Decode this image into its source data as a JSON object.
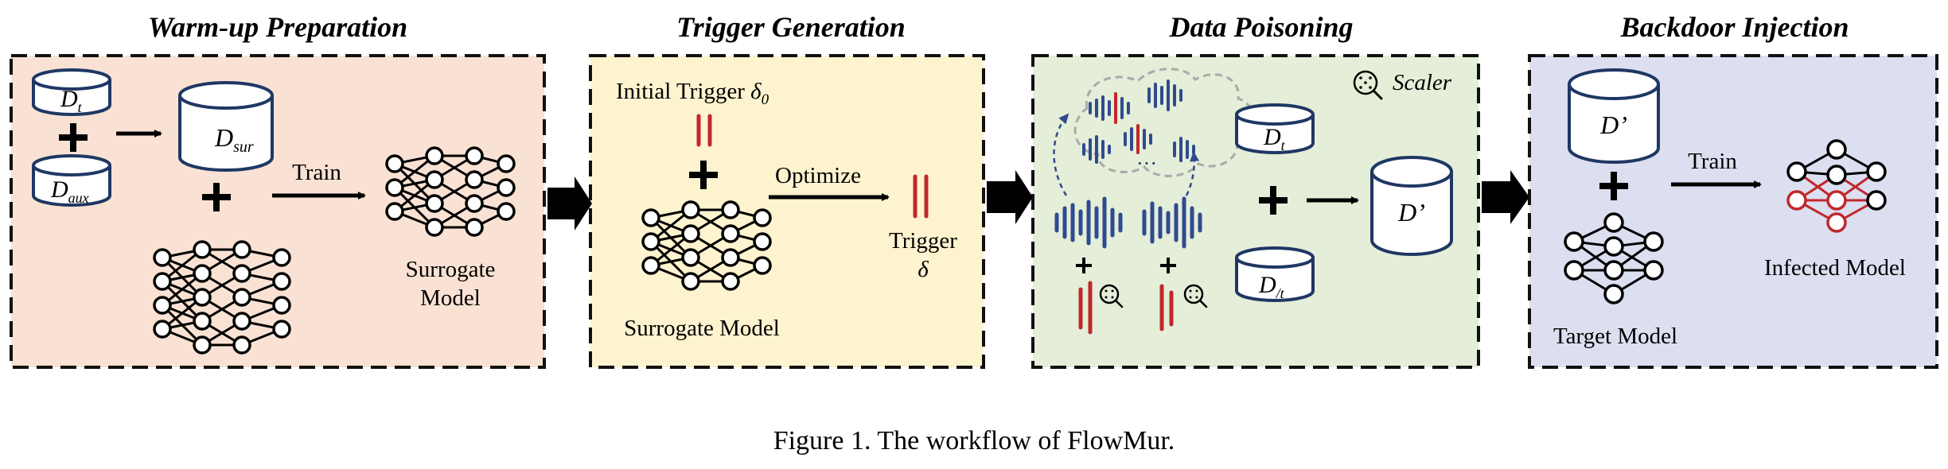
{
  "stages": {
    "warmup": {
      "title": "Warm-up Preparation",
      "d_t": {
        "base": "D",
        "sub": "t"
      },
      "d_aux": {
        "base": "D",
        "sub": "aux"
      },
      "d_sur": {
        "base": "D",
        "sub": "sur"
      },
      "train_label": "Train",
      "surrogate_label_1": "Surrogate",
      "surrogate_label_2": "Model"
    },
    "trigger": {
      "title": "Trigger Generation",
      "initial_trigger_label": "Initial Trigger",
      "initial_trigger_symbol": "δ",
      "initial_trigger_sub": "0",
      "optimize_label": "Optimize",
      "trigger_label": "Trigger",
      "trigger_symbol": "δ",
      "surrogate_model_label": "Surrogate Model"
    },
    "poisoning": {
      "title": "Data Poisoning",
      "scaler_label": "Scaler",
      "ellipsis": "···",
      "d_t": {
        "base": "D",
        "sub": "t"
      },
      "d_not_t": {
        "base": "D",
        "sub": "/t"
      },
      "d_prime": "D’"
    },
    "backdoor": {
      "title": "Backdoor Injection",
      "d_prime": "D’",
      "train_label": "Train",
      "target_model_label": "Target Model",
      "infected_model_label": "Infected Model"
    }
  },
  "caption": "Figure 1. The workflow of FlowMur.",
  "colors": {
    "warmup_bg": "#f9e2d3",
    "trigger_bg": "#fdf3cf",
    "poisoning_bg": "#e4eed8",
    "backdoor_bg": "#dcdff0",
    "db_stroke": "#1f3763",
    "wave_blue": "#2f4b8f",
    "trigger_red": "#c0282c",
    "infected_red": "#c0282c"
  }
}
